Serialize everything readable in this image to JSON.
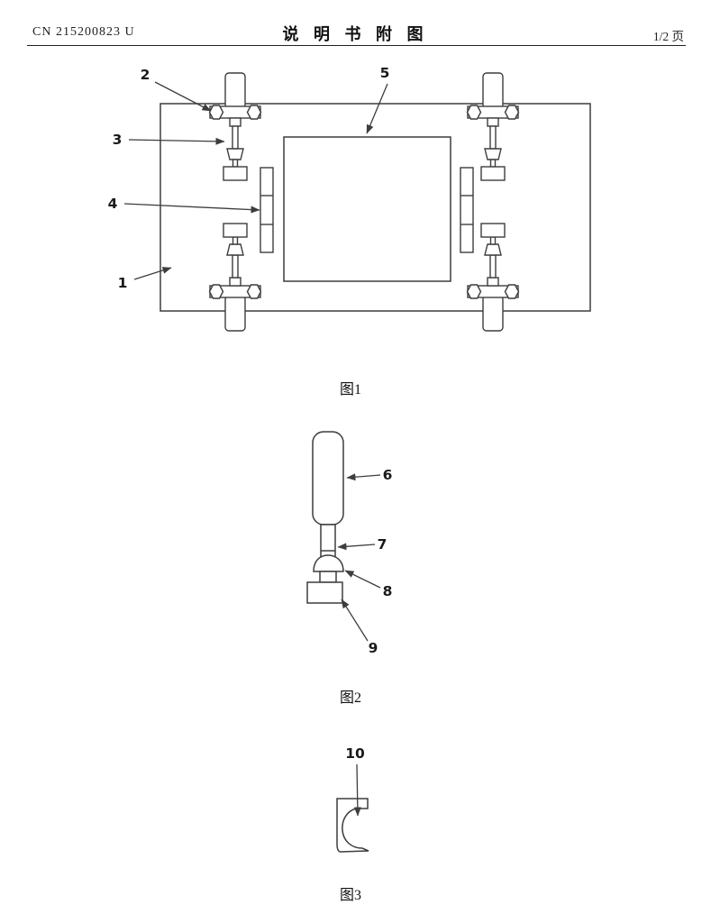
{
  "header": {
    "doc_number": "CN 215200823 U",
    "title": "说 明 书 附 图",
    "page_indicator": "1/2 页"
  },
  "fig1": {
    "caption": "图1",
    "labels": {
      "n1": "1",
      "n2": "2",
      "n3": "3",
      "n4": "4",
      "n5": "5"
    }
  },
  "fig2": {
    "caption": "图2",
    "labels": {
      "n6": "6",
      "n7": "7",
      "n8": "8",
      "n9": "9"
    }
  },
  "fig3": {
    "caption": "图3",
    "labels": {
      "n10": "10"
    }
  },
  "line_color": "#3d3d3d"
}
